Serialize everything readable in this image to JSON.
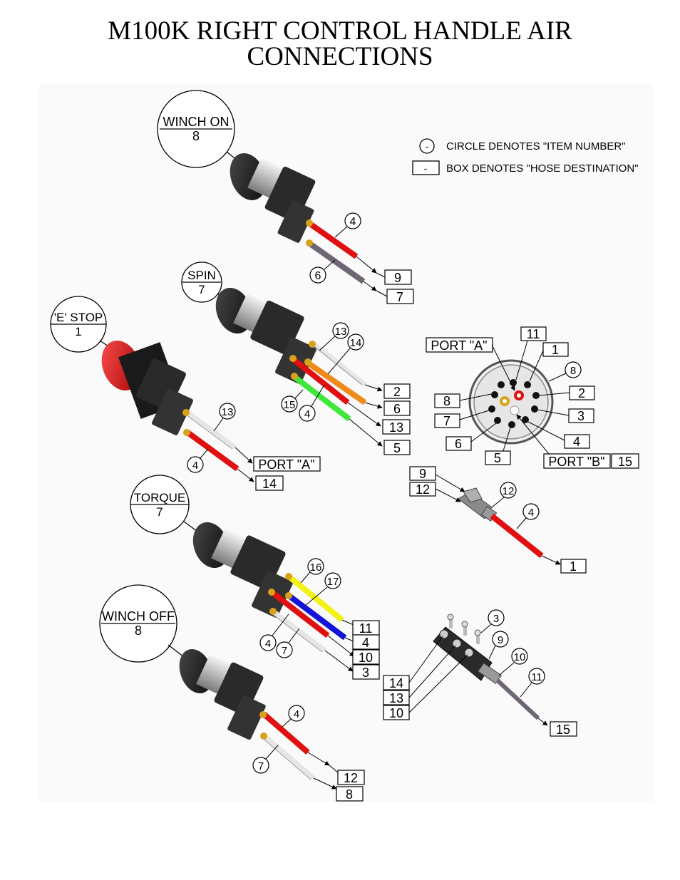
{
  "title_line1": "M100K RIGHT CONTROL HANDLE AIR",
  "title_line2": "CONNECTIONS",
  "legend": {
    "circle_symbol": "-",
    "circle_text": "CIRCLE DENOTES \"ITEM NUMBER\"",
    "box_symbol": "-",
    "box_text": "BOX  DENOTES \"HOSE DESTINATION\""
  },
  "colors": {
    "red": "#e01010",
    "gray": "#6e6674",
    "white": "#e8e8e8",
    "orange": "#f08a1a",
    "green": "#3ee83a",
    "yellow": "#f2f214",
    "blue": "#1414d8",
    "brass": "#d8a21a",
    "estop_red": "#d81818"
  },
  "buttons": {
    "winch_on": {
      "name": "WINCH ON",
      "num": "8"
    },
    "spin": {
      "name": "SPIN",
      "num": "7"
    },
    "estop": {
      "name": "'E' STOP",
      "num": "1"
    },
    "torque": {
      "name": "TORQUE",
      "num": "7"
    },
    "winch_off": {
      "name": "WINCH OFF",
      "num": "8"
    }
  },
  "items": {
    "winch_on_red": "4",
    "winch_on_gray": "6",
    "spin_white": "13",
    "spin_orange": "14",
    "spin_green": "15",
    "spin_red": "4",
    "estop_white": "13",
    "estop_red": "4",
    "torque_yellow": "16",
    "torque_blue": "17",
    "torque_red": "4",
    "torque_white": "7",
    "winch_off_red": "4",
    "winch_off_white": "7",
    "tee_fitting": "12",
    "tee_hose": "4",
    "manifold_a": "3",
    "manifold_b": "9",
    "manifold_c": "10",
    "manifold_d": "11",
    "connector_ring": "8"
  },
  "boxes": {
    "winch_on_red": "9",
    "winch_on_gray": "7",
    "spin_white": "2",
    "spin_orange": "6",
    "spin_red": "13",
    "spin_green": "5",
    "estop_white": "PORT \"A\"",
    "estop_red": "14",
    "torque_yellow": "11",
    "torque_blue": "4",
    "torque_red": "10",
    "torque_white": "3",
    "winch_off_red": "12",
    "winch_off_white": "8",
    "tee_in_a": "9",
    "tee_in_b": "12",
    "tee_out": "1",
    "manifold_a": "14",
    "manifold_b": "13",
    "manifold_c": "10",
    "manifold_out": "15"
  },
  "connector": {
    "port_a": "PORT \"A\"",
    "port_b": "PORT \"B\"",
    "port_b_num": "15",
    "pins": {
      "p11": "11",
      "p1": "1",
      "p2": "2",
      "p3": "3",
      "p4": "4",
      "p5": "5",
      "p6": "6",
      "p7": "7",
      "p8": "8"
    }
  }
}
